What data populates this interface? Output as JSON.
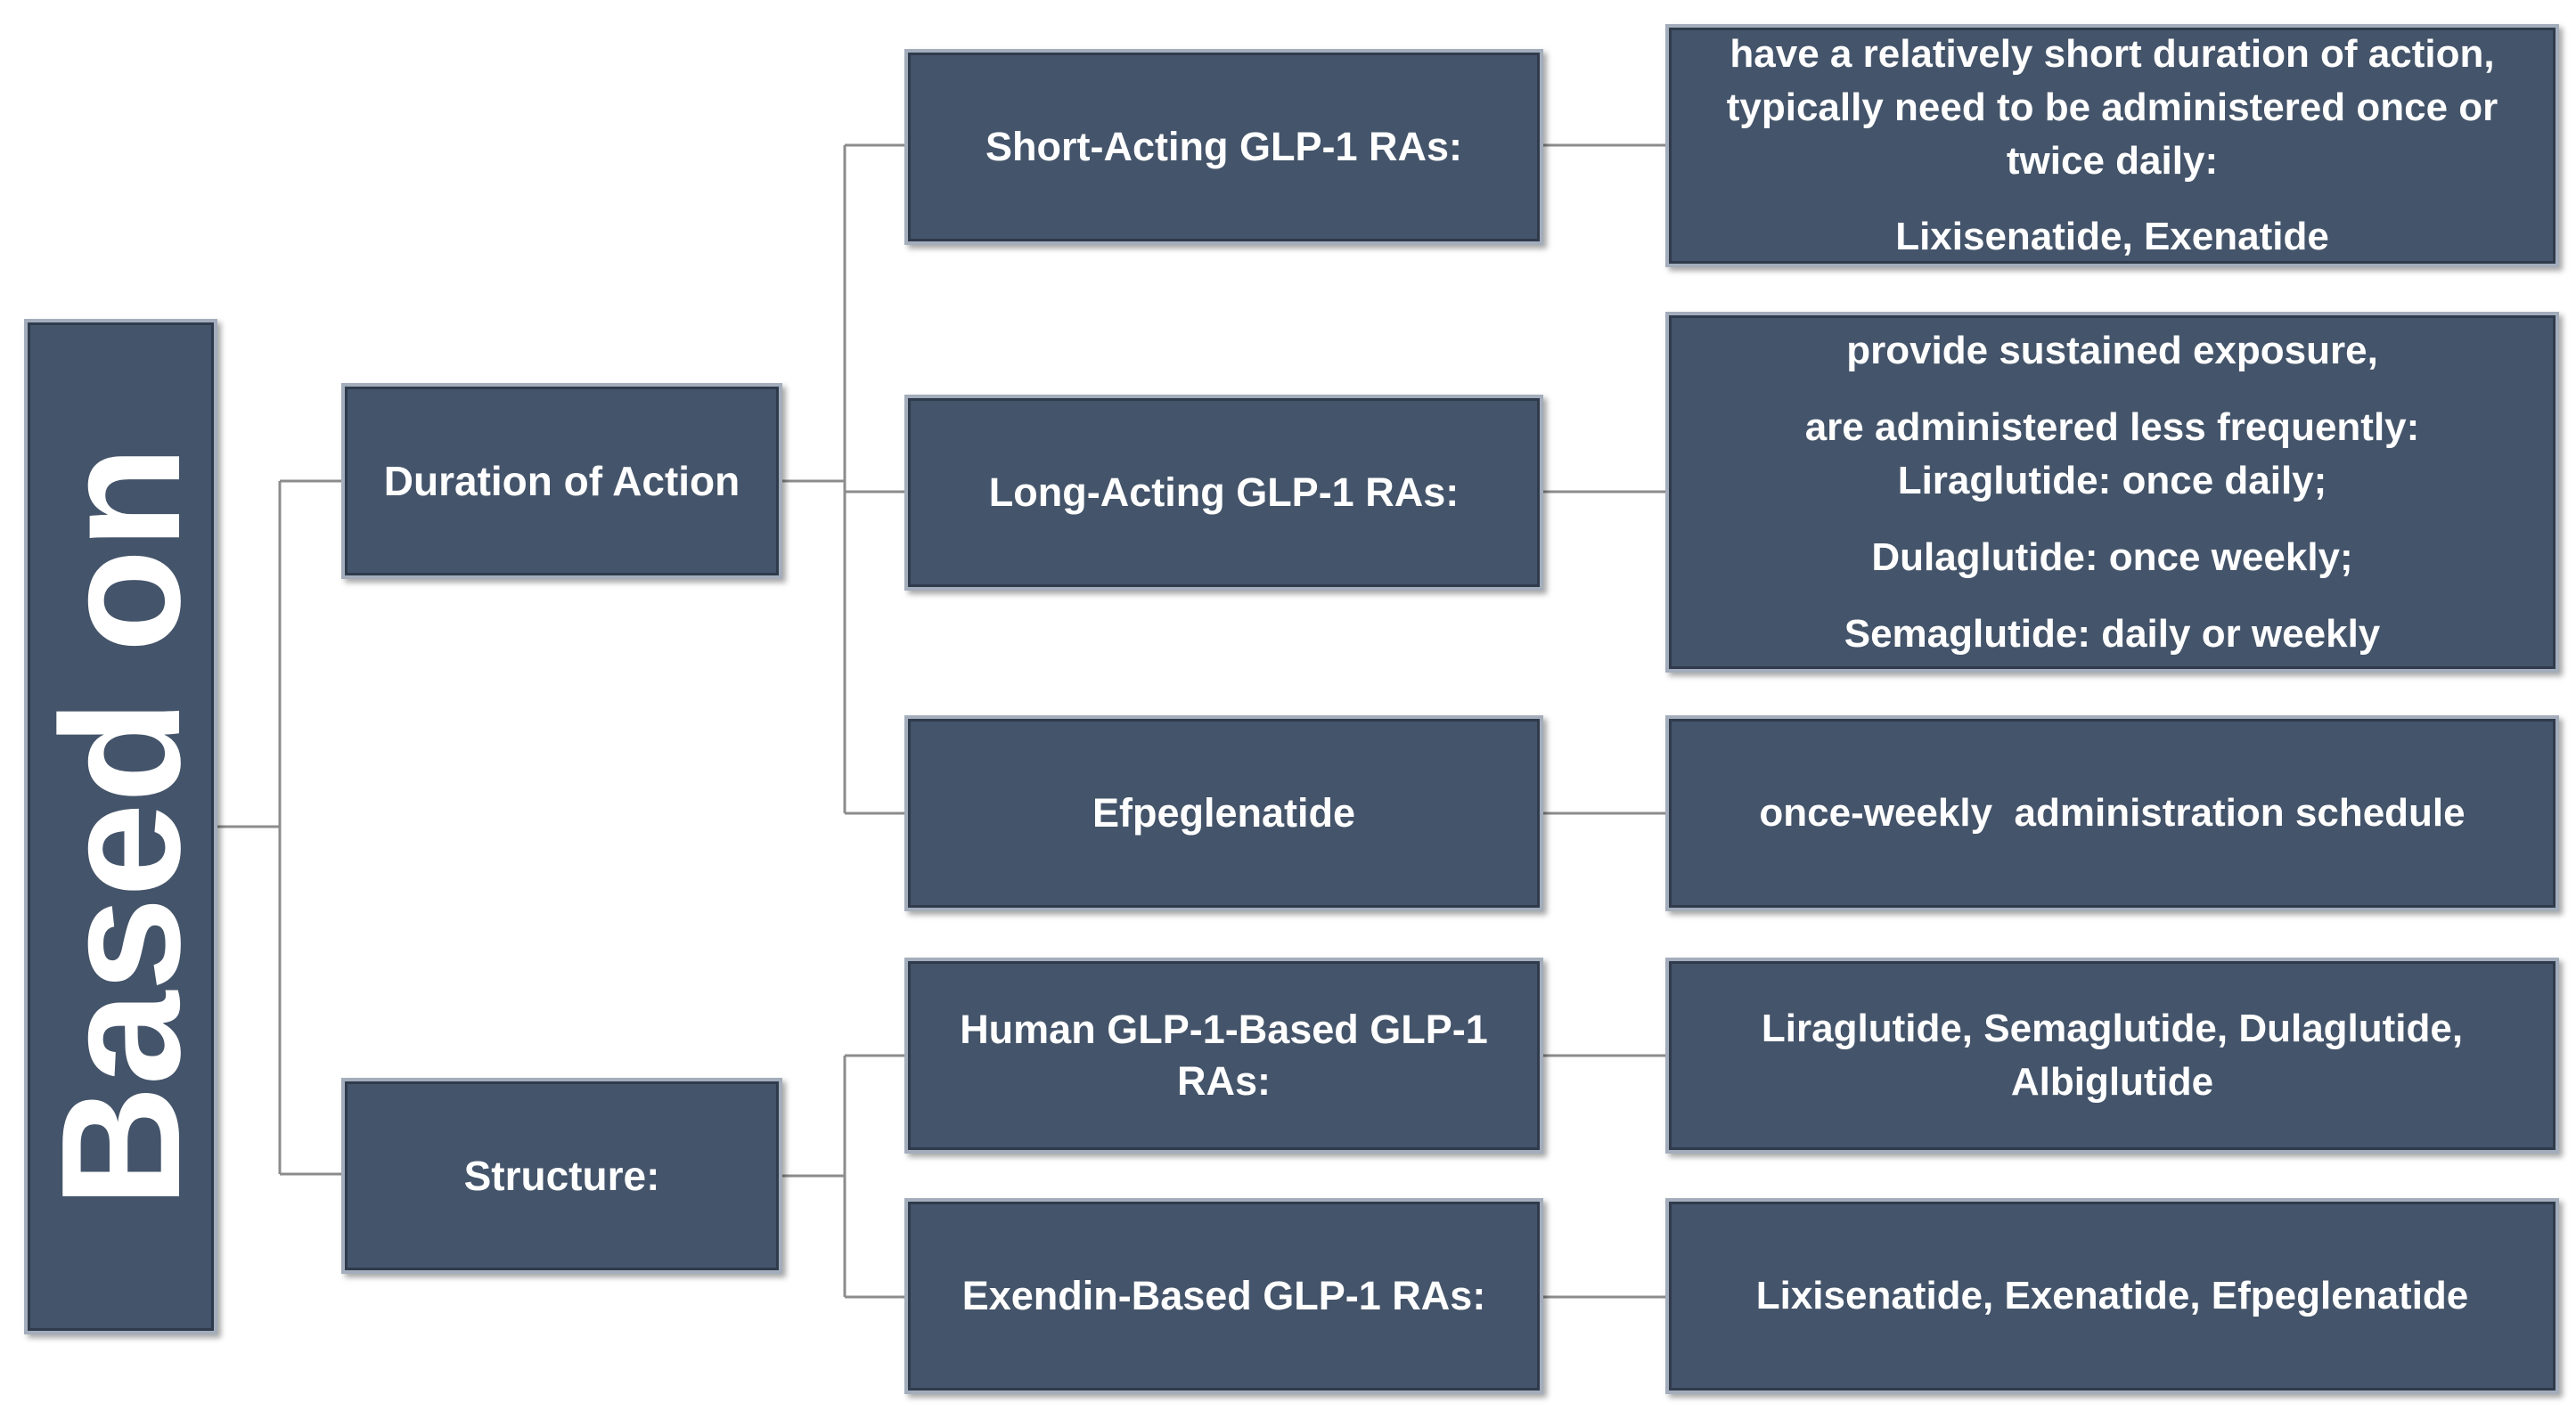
{
  "root": {
    "label": "Based on"
  },
  "categories": [
    {
      "label": "Duration of Action"
    },
    {
      "label": "Structure:"
    }
  ],
  "subtypes": [
    {
      "label": "Short-Acting GLP-1 RAs:"
    },
    {
      "label": "Long-Acting GLP-1 RAs:"
    },
    {
      "label": "Efpeglenatide"
    },
    {
      "label": "Human GLP-1-Based GLP-1 RAs:"
    },
    {
      "label": "Exendin-Based GLP-1 RAs:"
    }
  ],
  "descriptions": [
    {
      "lines": [
        "have a relatively short duration of action,",
        "typically need to be administered once or",
        "twice daily:",
        "Lixisenatide, Exenatide"
      ]
    },
    {
      "lines": [
        "provide sustained exposure,",
        "are administered less frequently:",
        "Liraglutide: once daily;",
        "Dulaglutide: once weekly;",
        "Semaglutide: daily or weekly"
      ]
    },
    {
      "lines": [
        "once-weekly  administration schedule"
      ]
    },
    {
      "lines": [
        "Liraglutide, Semaglutide, Dulaglutide,",
        "Albiglutide"
      ]
    },
    {
      "lines": [
        "Lixisenatide, Exenatide, Efpeglenatide"
      ]
    }
  ],
  "colors": {
    "box_fill": "#44546a",
    "box_border": "#a3adbb",
    "connector": "#8c8c8c",
    "text": "#ffffff"
  }
}
